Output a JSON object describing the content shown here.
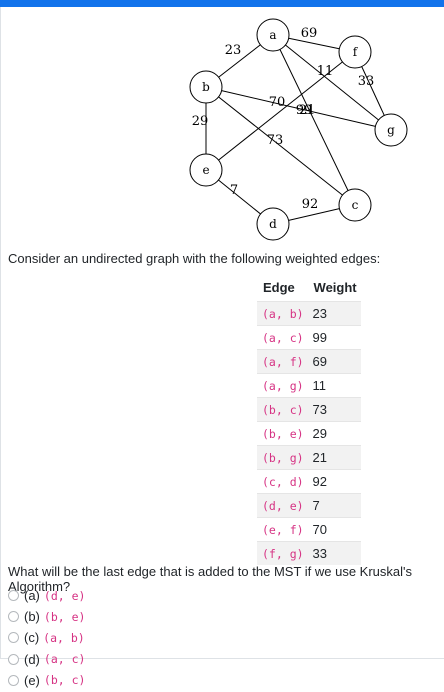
{
  "graph": {
    "nodes": [
      {
        "id": "a",
        "label": "a"
      },
      {
        "id": "b",
        "label": "b"
      },
      {
        "id": "c",
        "label": "c"
      },
      {
        "id": "d",
        "label": "d"
      },
      {
        "id": "e",
        "label": "e"
      },
      {
        "id": "f",
        "label": "f"
      },
      {
        "id": "g",
        "label": "g"
      }
    ],
    "edges": [
      {
        "from": "a",
        "to": "b",
        "weight": "23"
      },
      {
        "from": "a",
        "to": "c",
        "weight": "99"
      },
      {
        "from": "a",
        "to": "f",
        "weight": "69"
      },
      {
        "from": "a",
        "to": "g",
        "weight": "11"
      },
      {
        "from": "b",
        "to": "c",
        "weight": "73"
      },
      {
        "from": "b",
        "to": "e",
        "weight": "29"
      },
      {
        "from": "b",
        "to": "g",
        "weight": "21"
      },
      {
        "from": "c",
        "to": "d",
        "weight": "92"
      },
      {
        "from": "d",
        "to": "e",
        "weight": "7"
      },
      {
        "from": "e",
        "to": "f",
        "weight": "70"
      },
      {
        "from": "f",
        "to": "g",
        "weight": "33"
      }
    ]
  },
  "intro_text": "Consider an undirected graph with the following weighted edges:",
  "table": {
    "headers": [
      "Edge",
      "Weight"
    ],
    "rows": [
      {
        "edge": "(a, b)",
        "weight": "23"
      },
      {
        "edge": "(a, c)",
        "weight": "99"
      },
      {
        "edge": "(a, f)",
        "weight": "69"
      },
      {
        "edge": "(a, g)",
        "weight": "11"
      },
      {
        "edge": "(b, c)",
        "weight": "73"
      },
      {
        "edge": "(b, e)",
        "weight": "29"
      },
      {
        "edge": "(b, g)",
        "weight": "21"
      },
      {
        "edge": "(c, d)",
        "weight": "92"
      },
      {
        "edge": "(d, e)",
        "weight": "7"
      },
      {
        "edge": "(e, f)",
        "weight": "70"
      },
      {
        "edge": "(f, g)",
        "weight": "33"
      }
    ]
  },
  "question": "What will be the last edge that is added to the MST if we use Kruskal's Algorithm?",
  "options": [
    {
      "label": "(a)",
      "value": "(d, e)"
    },
    {
      "label": "(b)",
      "value": "(b, e)"
    },
    {
      "label": "(c)",
      "value": "(a, b)"
    },
    {
      "label": "(d)",
      "value": "(a, c)"
    },
    {
      "label": "(e)",
      "value": "(b, c)"
    }
  ]
}
